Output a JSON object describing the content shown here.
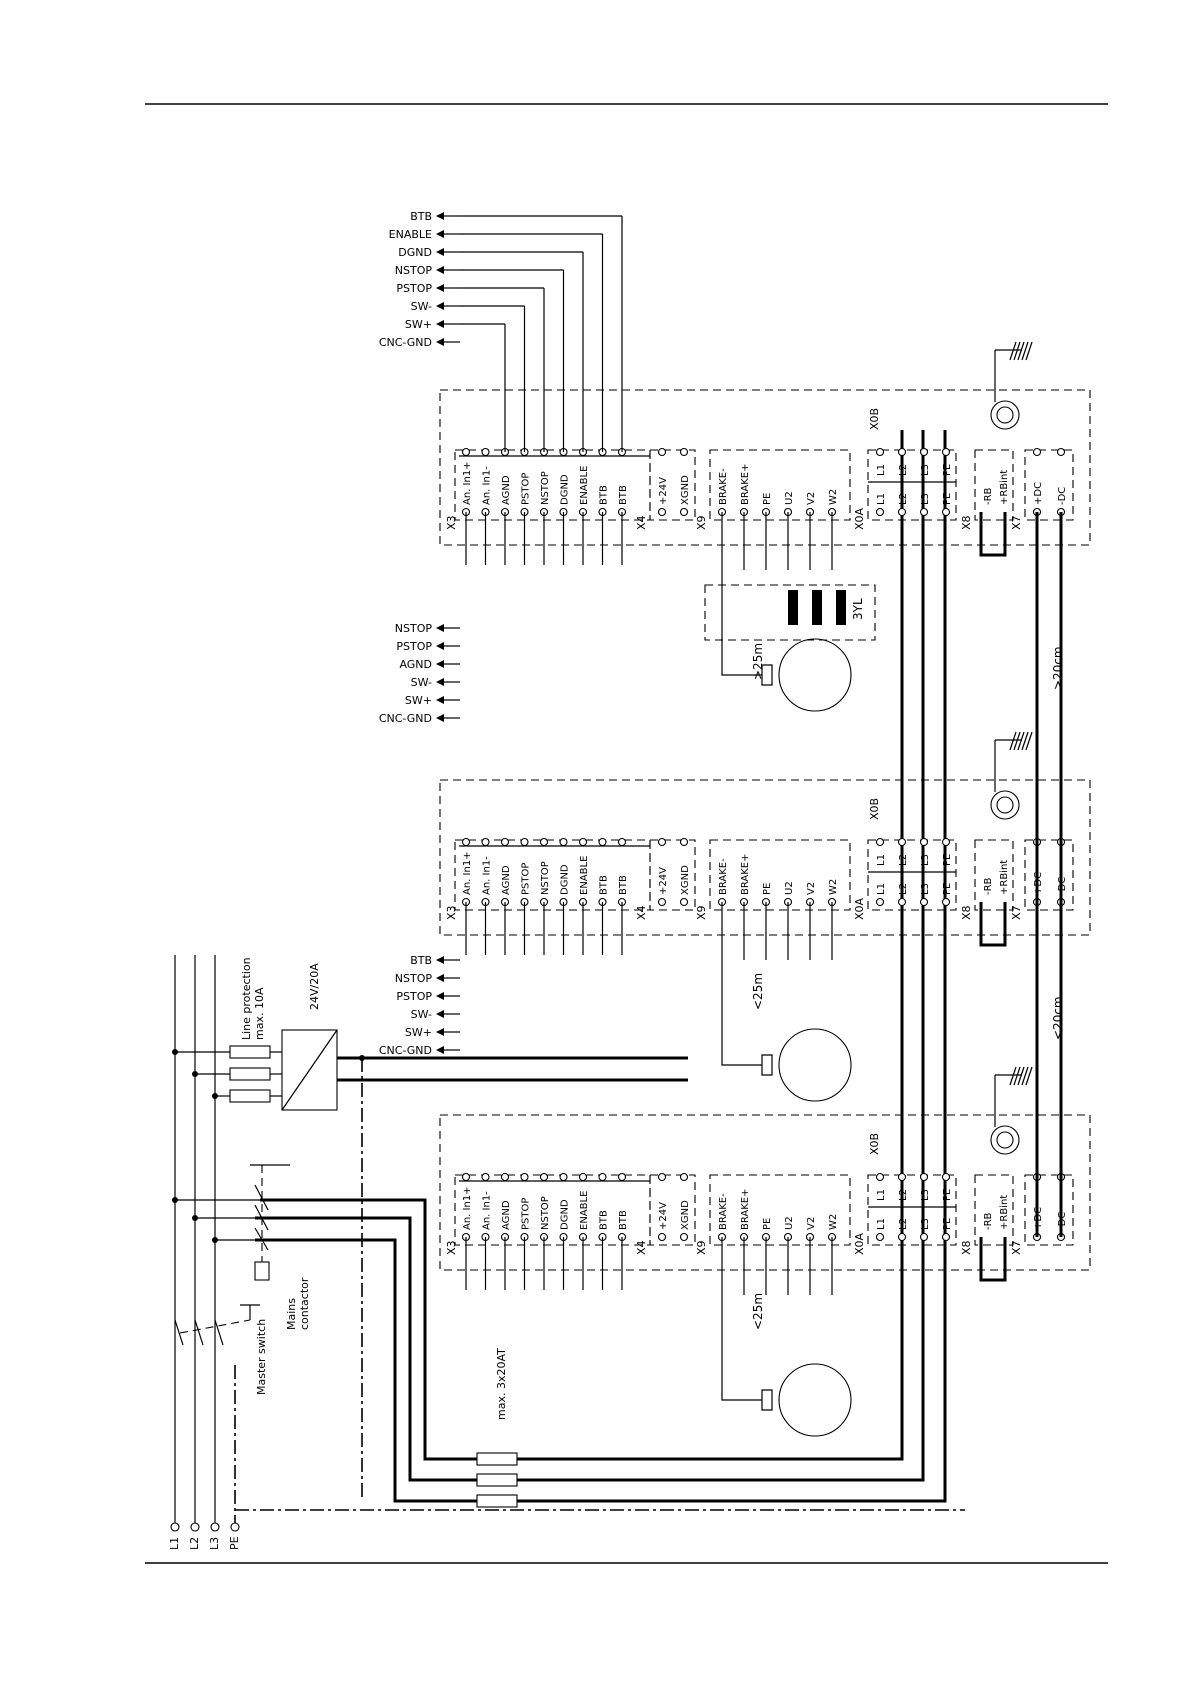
{
  "mains": {
    "phases": [
      "L1",
      "L2",
      "L3",
      "PE"
    ],
    "master_switch": "Master switch",
    "mains_contactor": "Mains\ncontactor",
    "line_protection": "Line protection\nmax. 10A",
    "psu_rating": "24V/20A",
    "fuse_rating": "max. 3x20AT"
  },
  "cnc_groups": [
    [
      "BTB",
      "ENABLE",
      "DGND",
      "NSTOP",
      "PSTOP",
      "SW-",
      "SW+",
      "CNC-GND"
    ],
    [
      "NSTOP",
      "PSTOP",
      "AGND",
      "SW-",
      "SW+",
      "CNC-GND"
    ],
    [
      "BTB",
      "NSTOP",
      "PSTOP",
      "SW-",
      "SW+",
      "CNC-GND"
    ]
  ],
  "connectors": {
    "x3": {
      "id": "X3",
      "pins": [
        "An. In1+",
        "An. In1-",
        "AGND",
        "PSTOP",
        "NSTOP",
        "DGND",
        "ENABLE",
        "BTB",
        "BTB"
      ]
    },
    "x4": {
      "id": "X4",
      "pins": [
        "+24V",
        "XGND"
      ]
    },
    "x9": {
      "id": "X9",
      "pins": [
        "BRAKE-",
        "BRAKE+",
        "PE",
        "U2",
        "V2",
        "W2"
      ]
    },
    "x0a": {
      "id": "X0A",
      "pins": [
        "L1",
        "L2",
        "L3",
        "PE"
      ]
    },
    "x0b": {
      "id": "X0B",
      "pins": [
        "L1",
        "L2",
        "L3",
        "PE"
      ]
    },
    "x8": {
      "id": "X8",
      "pins": [
        "-RB",
        "+RBint"
      ]
    },
    "x7": {
      "id": "X7",
      "pins": [
        "+DC",
        "-DC"
      ]
    }
  },
  "cable_notes": {
    "motor_long": ">25m",
    "motor_short": "<25m",
    "dc_long": ">20cm",
    "dc_short": "<20cm",
    "choke": "3YL"
  }
}
